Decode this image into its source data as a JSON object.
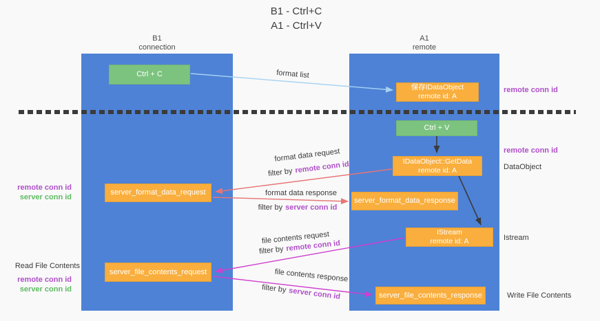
{
  "title": {
    "line1": "B1 - Ctrl+C",
    "line2": "A1 - Ctrl+V"
  },
  "lanes": {
    "b1": {
      "name": "B1",
      "sub": "connection"
    },
    "a1": {
      "name": "A1",
      "sub": "remote"
    }
  },
  "nodes": {
    "ctrl_c": "Ctrl + C",
    "save_obj_l1": "保存IDataObject",
    "save_obj_l2": "remote id: A",
    "ctrl_v": "Ctrl + V",
    "getdata_l1": "IDataObject::GetData",
    "getdata_l2": "remote id: A",
    "format_req": "server_format_data_request",
    "format_resp": "server_format_data_response",
    "istream_l1": "IStream",
    "istream_l2": "remote id: A",
    "file_req": "server_file_contents_request",
    "file_resp": "server_file_contents_response"
  },
  "labels": {
    "format_list": "format list",
    "format_data_request": "format data request",
    "format_data_response": "format data response",
    "file_contents_request": "file contents request",
    "file_contents_response": "file contents response",
    "filter_by": "filter by",
    "remote_conn_id": "remote conn id",
    "server_conn_id": "server conn id",
    "read_file_contents": "Read File Contents",
    "write_file_contents": "Write File Contents",
    "dataobject": "DataObject",
    "istream": "Istream"
  },
  "colors": {
    "lane_blue": "#4e82d6",
    "green_box": "#7cc37f",
    "orange_box": "#f9ae3d",
    "purple_text": "#b04fc9",
    "green_text": "#5fba63",
    "red_arrow": "#e87476",
    "magenta_arrow": "#cf3ecf",
    "blue_arrow": "#a6d2f2",
    "black_arrow": "#3b3b3b"
  }
}
